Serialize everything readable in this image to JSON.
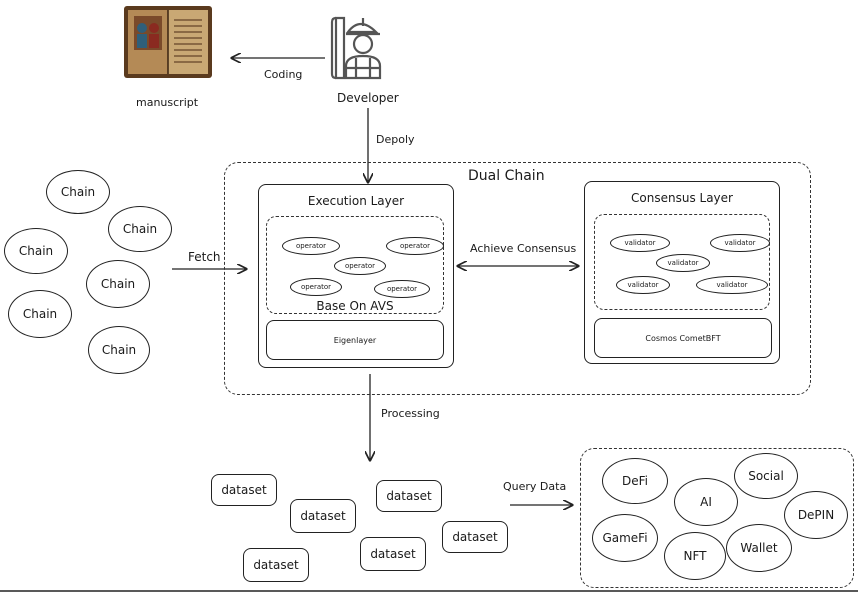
{
  "top": {
    "manuscript_label": "manuscript",
    "developer_label": "Developer",
    "coding_label": "Coding",
    "deploy_label": "Depoly"
  },
  "dual_chain": {
    "title": "Dual Chain",
    "execution_layer": {
      "title": "Execution Layer",
      "operators": [
        "operator",
        "operator",
        "operator",
        "operator",
        "operator"
      ],
      "avs_label": "Base On AVS",
      "eigenlayer_label": "Eigenlayer"
    },
    "consensus_layer": {
      "title": "Consensus Layer",
      "validators": [
        "validator",
        "validator",
        "validator",
        "validator",
        "validator"
      ],
      "cometbft_label": "Cosmos CometBFT"
    },
    "achieve_consensus_label": "Achieve Consensus"
  },
  "chains": [
    "Chain",
    "Chain",
    "Chain",
    "Chain",
    "Chain",
    "Chain"
  ],
  "fetch_label": "Fetch",
  "processing_label": "Processing",
  "datasets": [
    "dataset",
    "dataset",
    "dataset",
    "dataset",
    "dataset",
    "dataset"
  ],
  "query_label": "Query Data",
  "apps": [
    "DeFi",
    "Social",
    "AI",
    "DePIN",
    "GameFi",
    "Wallet",
    "NFT"
  ]
}
